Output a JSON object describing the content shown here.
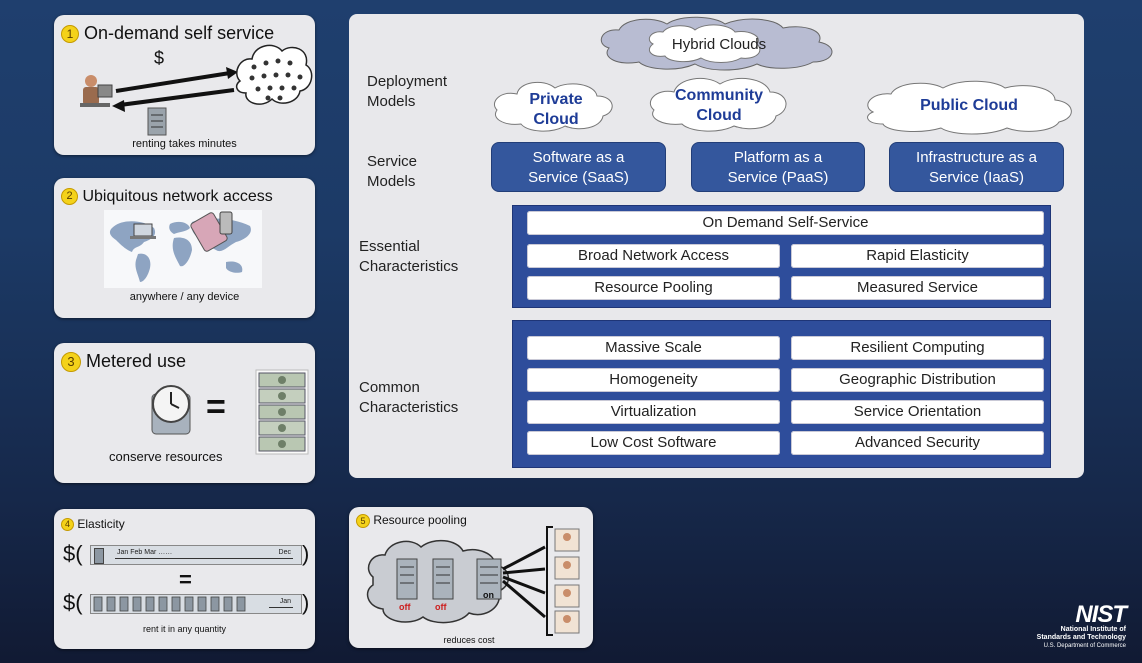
{
  "cards": {
    "on_demand": {
      "number": "1",
      "title": "On-demand self service",
      "dollar": "$",
      "caption": "renting takes minutes"
    },
    "network": {
      "number": "2",
      "title": "Ubiquitous network access",
      "caption": "anywhere / any device"
    },
    "metered": {
      "number": "3",
      "title": "Metered use",
      "equals": "=",
      "caption": "conserve resources"
    },
    "elasticity": {
      "number": "4",
      "title": "Elasticity",
      "dollar": "$(",
      "close": ")",
      "months": "Jan Feb Mar ……",
      "dec": "Dec",
      "equals": "=",
      "jan": "Jan",
      "caption": "rent it in any quantity"
    },
    "pooling": {
      "number": "5",
      "title": "Resource pooling",
      "off1": "off",
      "off2": "off",
      "on": "on",
      "caption": "reduces cost"
    }
  },
  "deployment": {
    "label": "Deployment\nModels",
    "hybrid": "Hybrid Clouds",
    "private": "Private\nCloud",
    "community": "Community\nCloud",
    "public": "Public Cloud"
  },
  "service": {
    "label": "Service\nModels",
    "saas": "Software as a\nService (SaaS)",
    "paas": "Platform as a\nService (PaaS)",
    "iaas": "Infrastructure as a\nService (IaaS)"
  },
  "essential": {
    "label": "Essential\nCharacteristics",
    "items": [
      "On Demand Self-Service",
      "Broad Network Access",
      "Rapid Elasticity",
      "Resource Pooling",
      "Measured Service"
    ]
  },
  "common": {
    "label": "Common\nCharacteristics",
    "items": [
      "Massive Scale",
      "Resilient Computing",
      "Homogeneity",
      "Geographic Distribution",
      "Virtualization",
      "Service Orientation",
      "Low Cost Software",
      "Advanced Security"
    ]
  },
  "nist": {
    "logo": "NIST",
    "line1": "National Institute of",
    "line2": "Standards and Technology",
    "line3": "U.S. Department of Commerce"
  }
}
